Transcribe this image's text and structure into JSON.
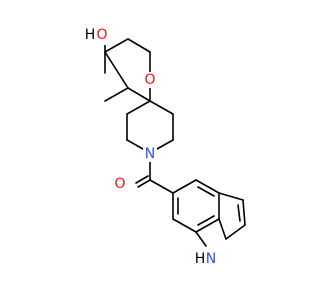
{
  "molecule": {
    "colors": {
      "bond": "#000000",
      "oxygen": "#ff0d0d",
      "nitrogen": "#3050f8",
      "carbon": "#000000"
    },
    "labels": {
      "hydroxyl_o": "O",
      "hydroxyl_h": "H",
      "methyl": "",
      "ring_oxygen": "O",
      "piperidine_n": "N",
      "carbonyl_o": "O",
      "indole_nh_h": "H",
      "indole_nh_n": "N"
    }
  }
}
